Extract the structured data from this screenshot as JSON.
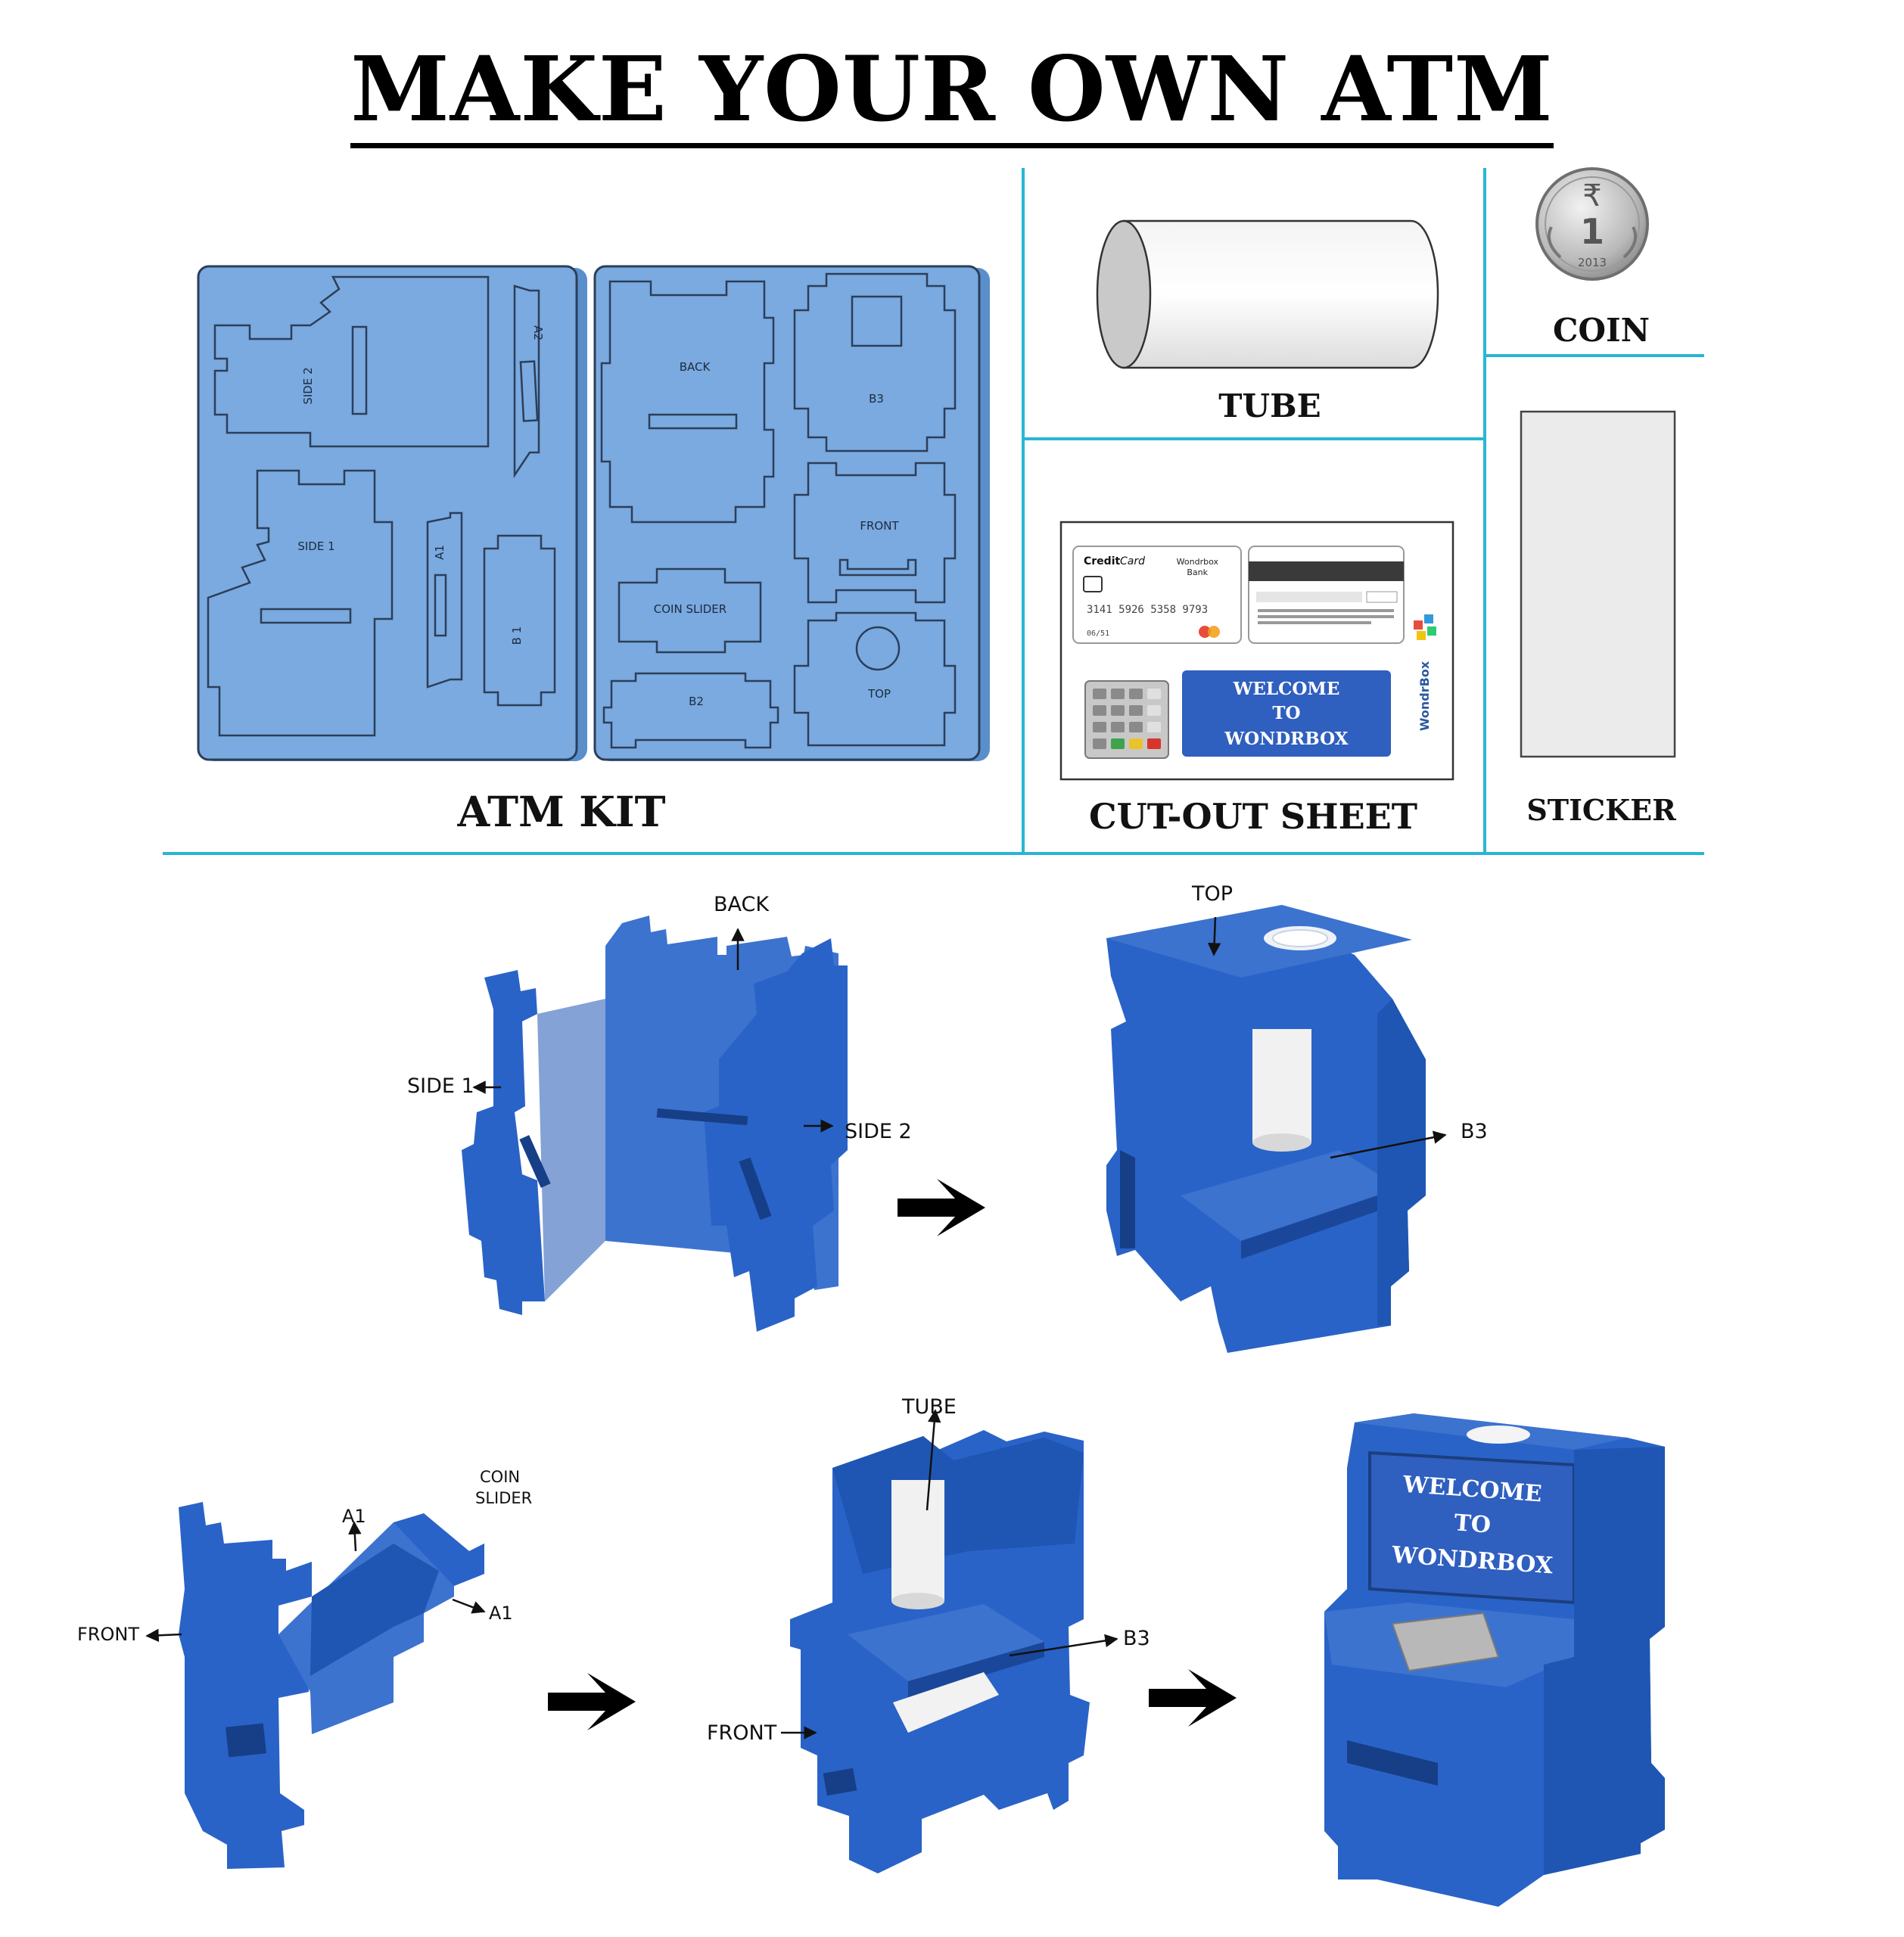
{
  "title": "MAKE YOUR OWN ATM",
  "captions": {
    "atm_kit": "ATM  KIT",
    "tube": "TUBE",
    "coin": "COIN",
    "cut_out_sheet": "CUT-OUT  SHEET",
    "sticker": "STICKER"
  },
  "kit_pieces": {
    "side2": "SIDE 2",
    "a2": "A2",
    "side1": "SIDE 1",
    "a1": "A1",
    "b1": "B 1",
    "back": "BACK",
    "b3": "B3",
    "front": "FRONT",
    "coin_slider": "COIN SLIDER",
    "b2": "B2",
    "top": "TOP"
  },
  "coin_face": {
    "symbol": "₹",
    "value": "1",
    "year": "2013"
  },
  "cut_out": {
    "card_brand_a": "Credit",
    "card_brand_b": "Card",
    "bank_line1": "Wondrbox",
    "bank_line2": "Bank",
    "card_number": "3141 5926 5358 9793",
    "card_expiry": "06/51",
    "welcome_line1": "WELCOME",
    "welcome_line2": "TO",
    "welcome_line3": "WONDRBOX",
    "logo_text": "WondrBox"
  },
  "assembly_labels": {
    "back": "BACK",
    "side1": "SIDE 1",
    "side2": "SIDE 2",
    "top": "TOP",
    "b3_step2": "B3",
    "coin_slider_line1": "COIN",
    "coin_slider_line2": "SLIDER",
    "a1_upper": "A1",
    "a1_lower": "A1",
    "front_step3": "FRONT",
    "tube": "TUBE",
    "b3_step4": "B3",
    "front_step4": "FRONT"
  },
  "final_screen": {
    "line1": "WELCOME",
    "line2": "TO",
    "line3": "WONDRBOX"
  },
  "colors": {
    "kit_sheet": "#7aaadf",
    "kit_outline": "#2c3e5a",
    "foam_blue": "#2a63c7",
    "foam_dark": "#1b479a",
    "divider_cyan": "#29b6d2",
    "screen_blue": "#2f5fbf"
  },
  "icons": [
    "right-arrow-icon",
    "chip-icon",
    "mastercard-icon",
    "keypad-icon"
  ]
}
